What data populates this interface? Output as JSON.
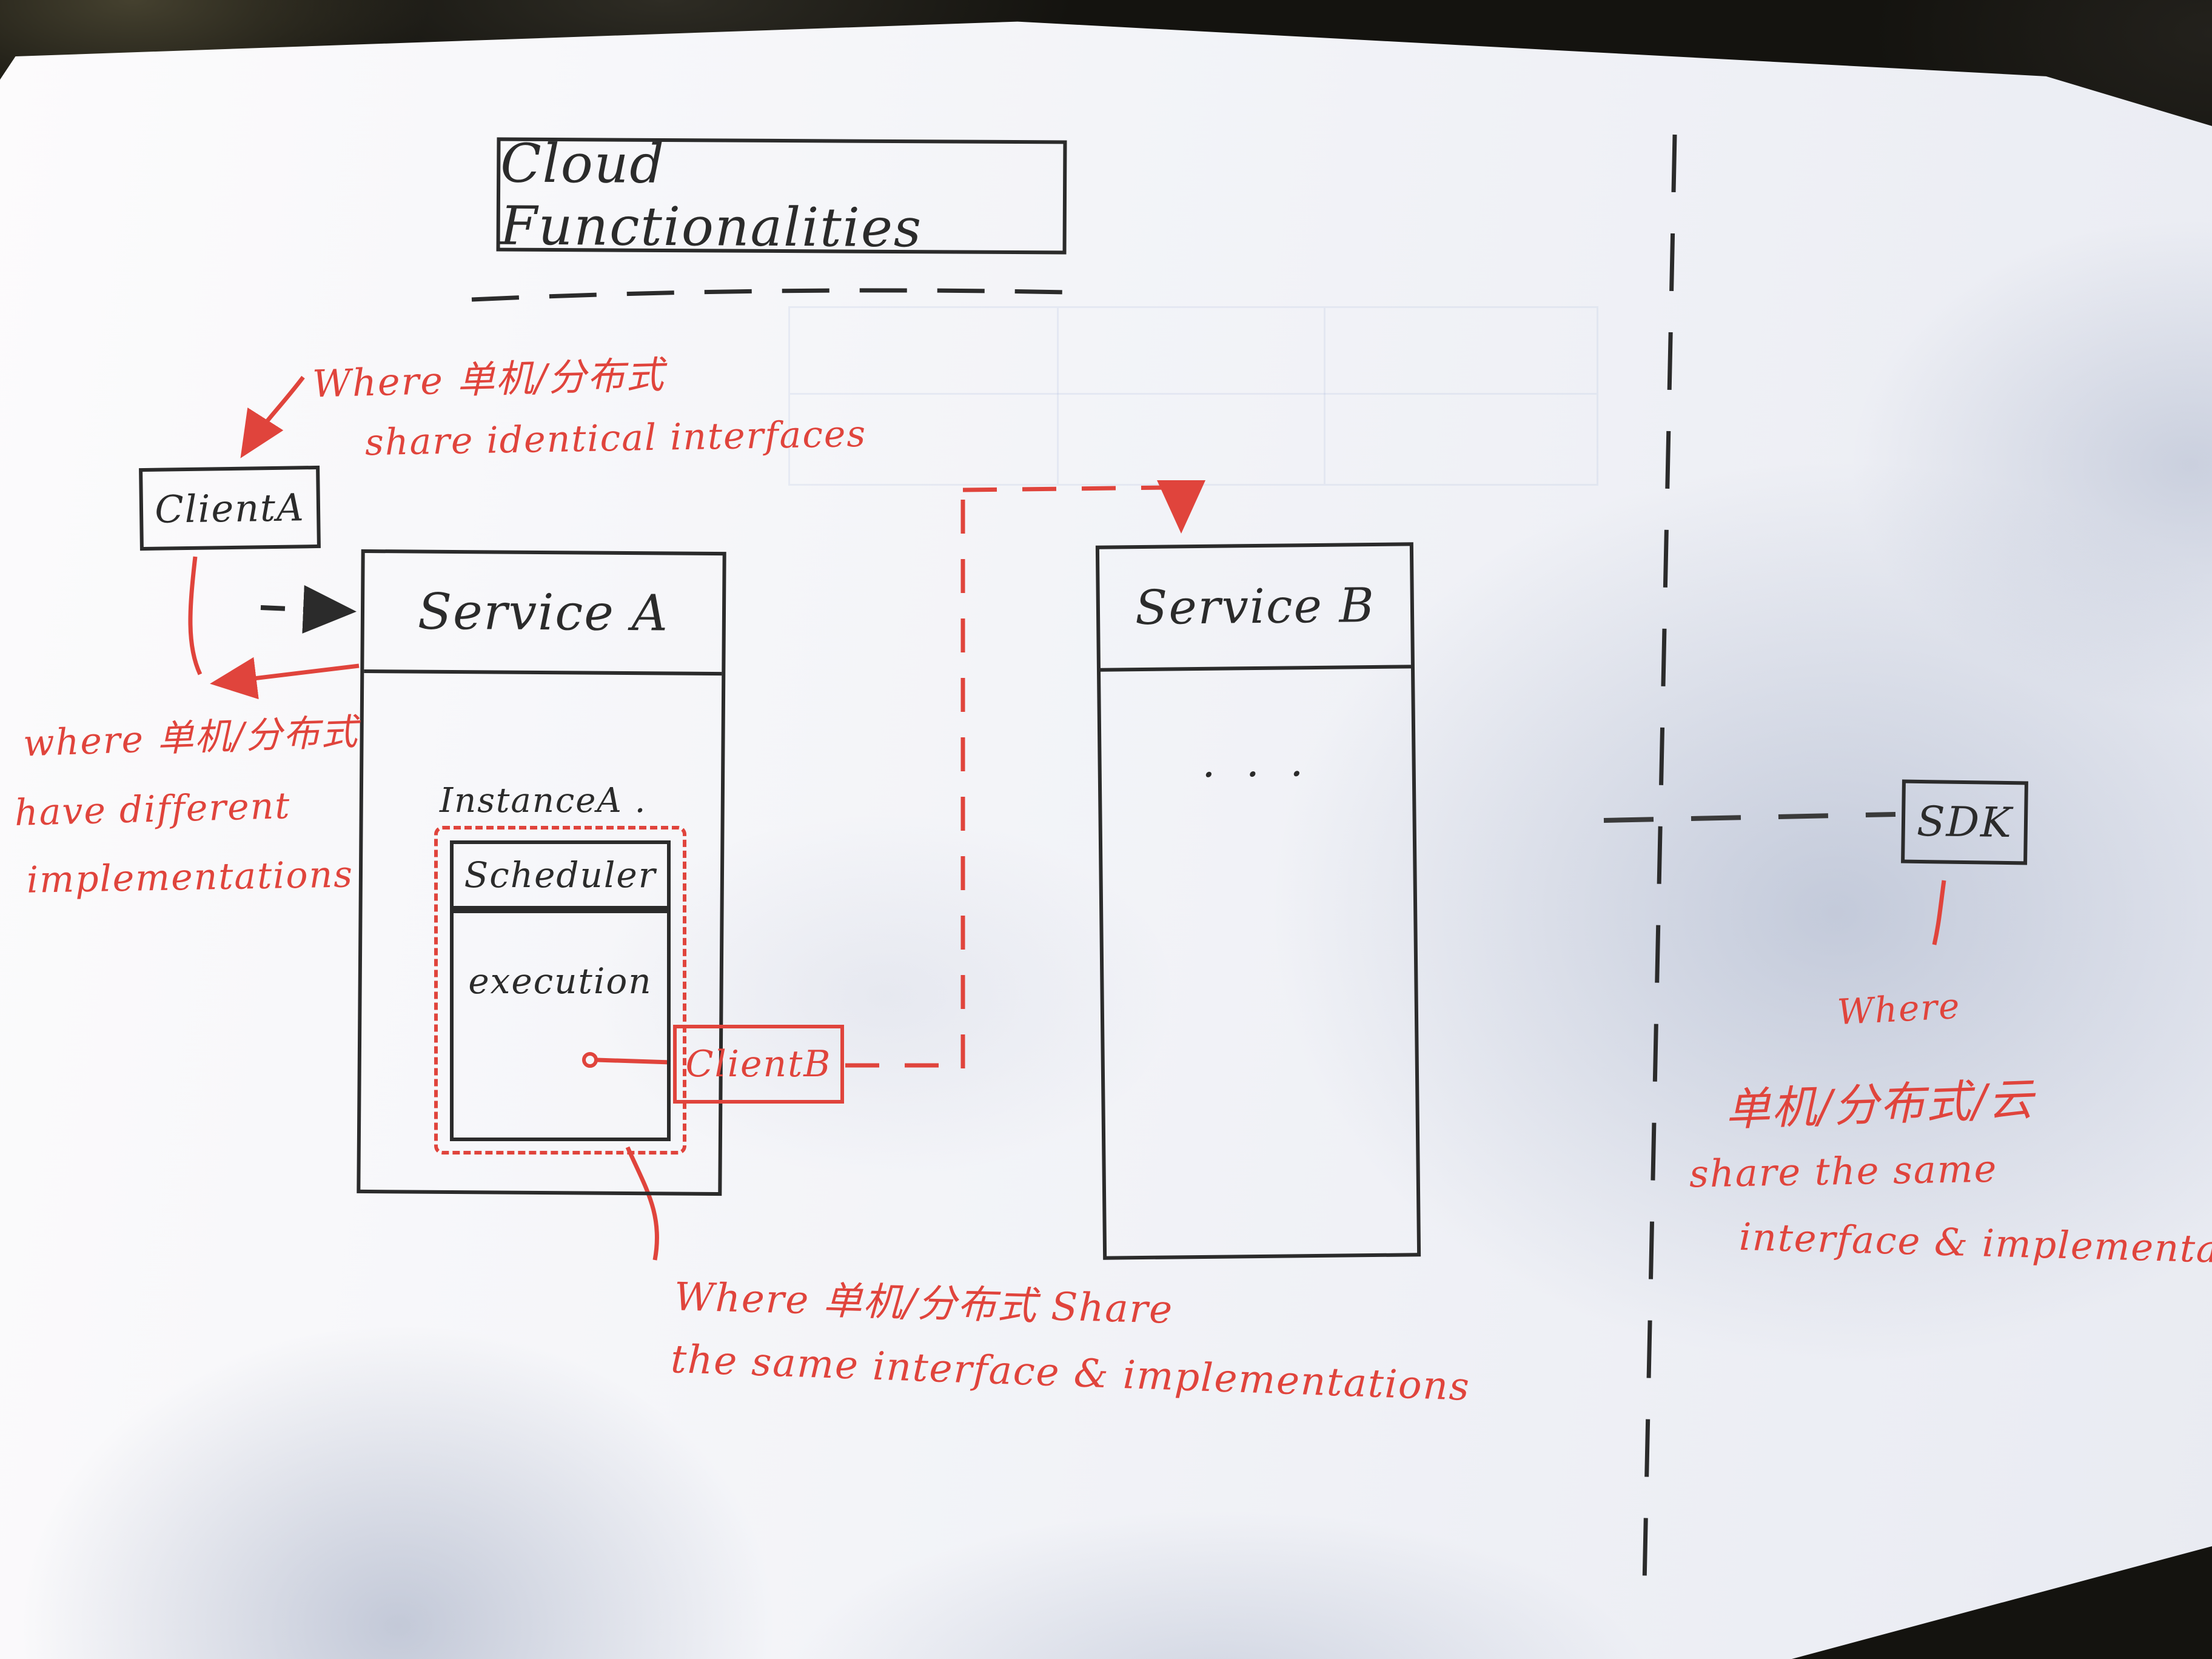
{
  "title": {
    "label": "Cloud  Functionalities"
  },
  "client_a": {
    "label": "ClientA"
  },
  "service_a": {
    "title": "Service A",
    "instance_label": "InstanceA .",
    "scheduler_label": "Scheduler",
    "execution_label": "execution"
  },
  "client_b": {
    "label": "ClientB"
  },
  "service_b": {
    "title": "Service B",
    "body_placeholder": ". . ."
  },
  "sdk": {
    "label": "SDK"
  },
  "annotations": {
    "top_note": {
      "line1": "Where 单机/分布式",
      "line2": "share identical interfaces"
    },
    "left_note": {
      "line1": "where 单机/分布式",
      "line2": "have different",
      "line3": "implementations"
    },
    "bottom_note": {
      "line1": "Where 单机/分布式  Share",
      "line2": "the same  interface & implementations"
    },
    "right_note": {
      "line1": "Where",
      "line2": "单机/分布式/云",
      "line3": "share the same",
      "line4": "interface & implementation"
    }
  },
  "colors": {
    "ink_black": "#2b2b2b",
    "ink_red": "#e0443c",
    "paper": "#f2f3f7"
  }
}
